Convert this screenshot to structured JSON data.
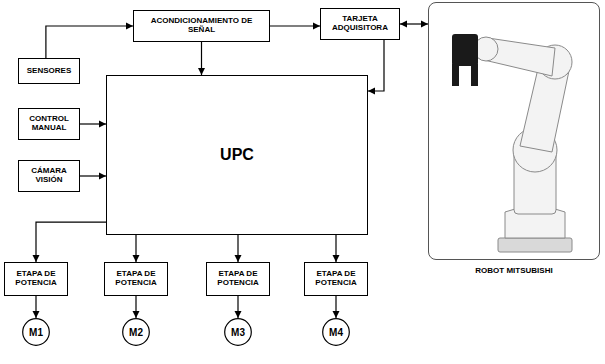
{
  "diagram": {
    "nodes": [
      {
        "text": [
          "ACONDICIONAMIENTO DE SEÑAL"
        ]
      },
      {
        "text": [
          "TARJETA ADQUISITORA"
        ]
      },
      {
        "text": [
          "ROBOT MITSUBISHI"
        ]
      },
      {
        "text": [
          "SENSORES"
        ]
      },
      {
        "text": [
          "CONTROL MANUAL"
        ]
      },
      {
        "text": [
          "UPC"
        ]
      },
      {
        "text": [
          "CÁMARA VISIÓN"
        ]
      },
      {
        "text": [
          "ETAPA DE POTENCIA"
        ]
      },
      {
        "text": [
          "ETAPA DE POTENCIA"
        ]
      },
      {
        "text": [
          "ETAPA DE POTENCIA"
        ]
      },
      {
        "text": [
          "ETAPA DE POTENCIA"
        ]
      },
      {
        "text": [
          "M1"
        ]
      },
      {
        "text": [
          "M2"
        ]
      },
      {
        "text": [
          "M3"
        ]
      },
      {
        "text": [
          "M4"
        ]
      }
    ],
    "edges": [
      {
        "from": 3,
        "to": 0,
        "arrow": "to"
      },
      {
        "from": 0,
        "to": 1,
        "arrow": "to"
      },
      {
        "from": 1,
        "to": 2,
        "arrow": "both"
      },
      {
        "from": 0,
        "to": 5,
        "arrow": "to"
      },
      {
        "from": 1,
        "to": 5,
        "arrow": "to"
      },
      {
        "from": 4,
        "to": 5,
        "arrow": "to"
      },
      {
        "from": 6,
        "to": 5,
        "arrow": "to"
      },
      {
        "from": 5,
        "to": 7,
        "arrow": "to"
      },
      {
        "from": 5,
        "to": 8,
        "arrow": "to"
      },
      {
        "from": 5,
        "to": 9,
        "arrow": "to"
      },
      {
        "from": 5,
        "to": 10,
        "arrow": "to"
      },
      {
        "from": 7,
        "to": 11,
        "arrow": "to"
      },
      {
        "from": 8,
        "to": 12,
        "arrow": "to"
      },
      {
        "from": 9,
        "to": 13,
        "arrow": "to"
      },
      {
        "from": 10,
        "to": 14,
        "arrow": "to"
      }
    ]
  }
}
